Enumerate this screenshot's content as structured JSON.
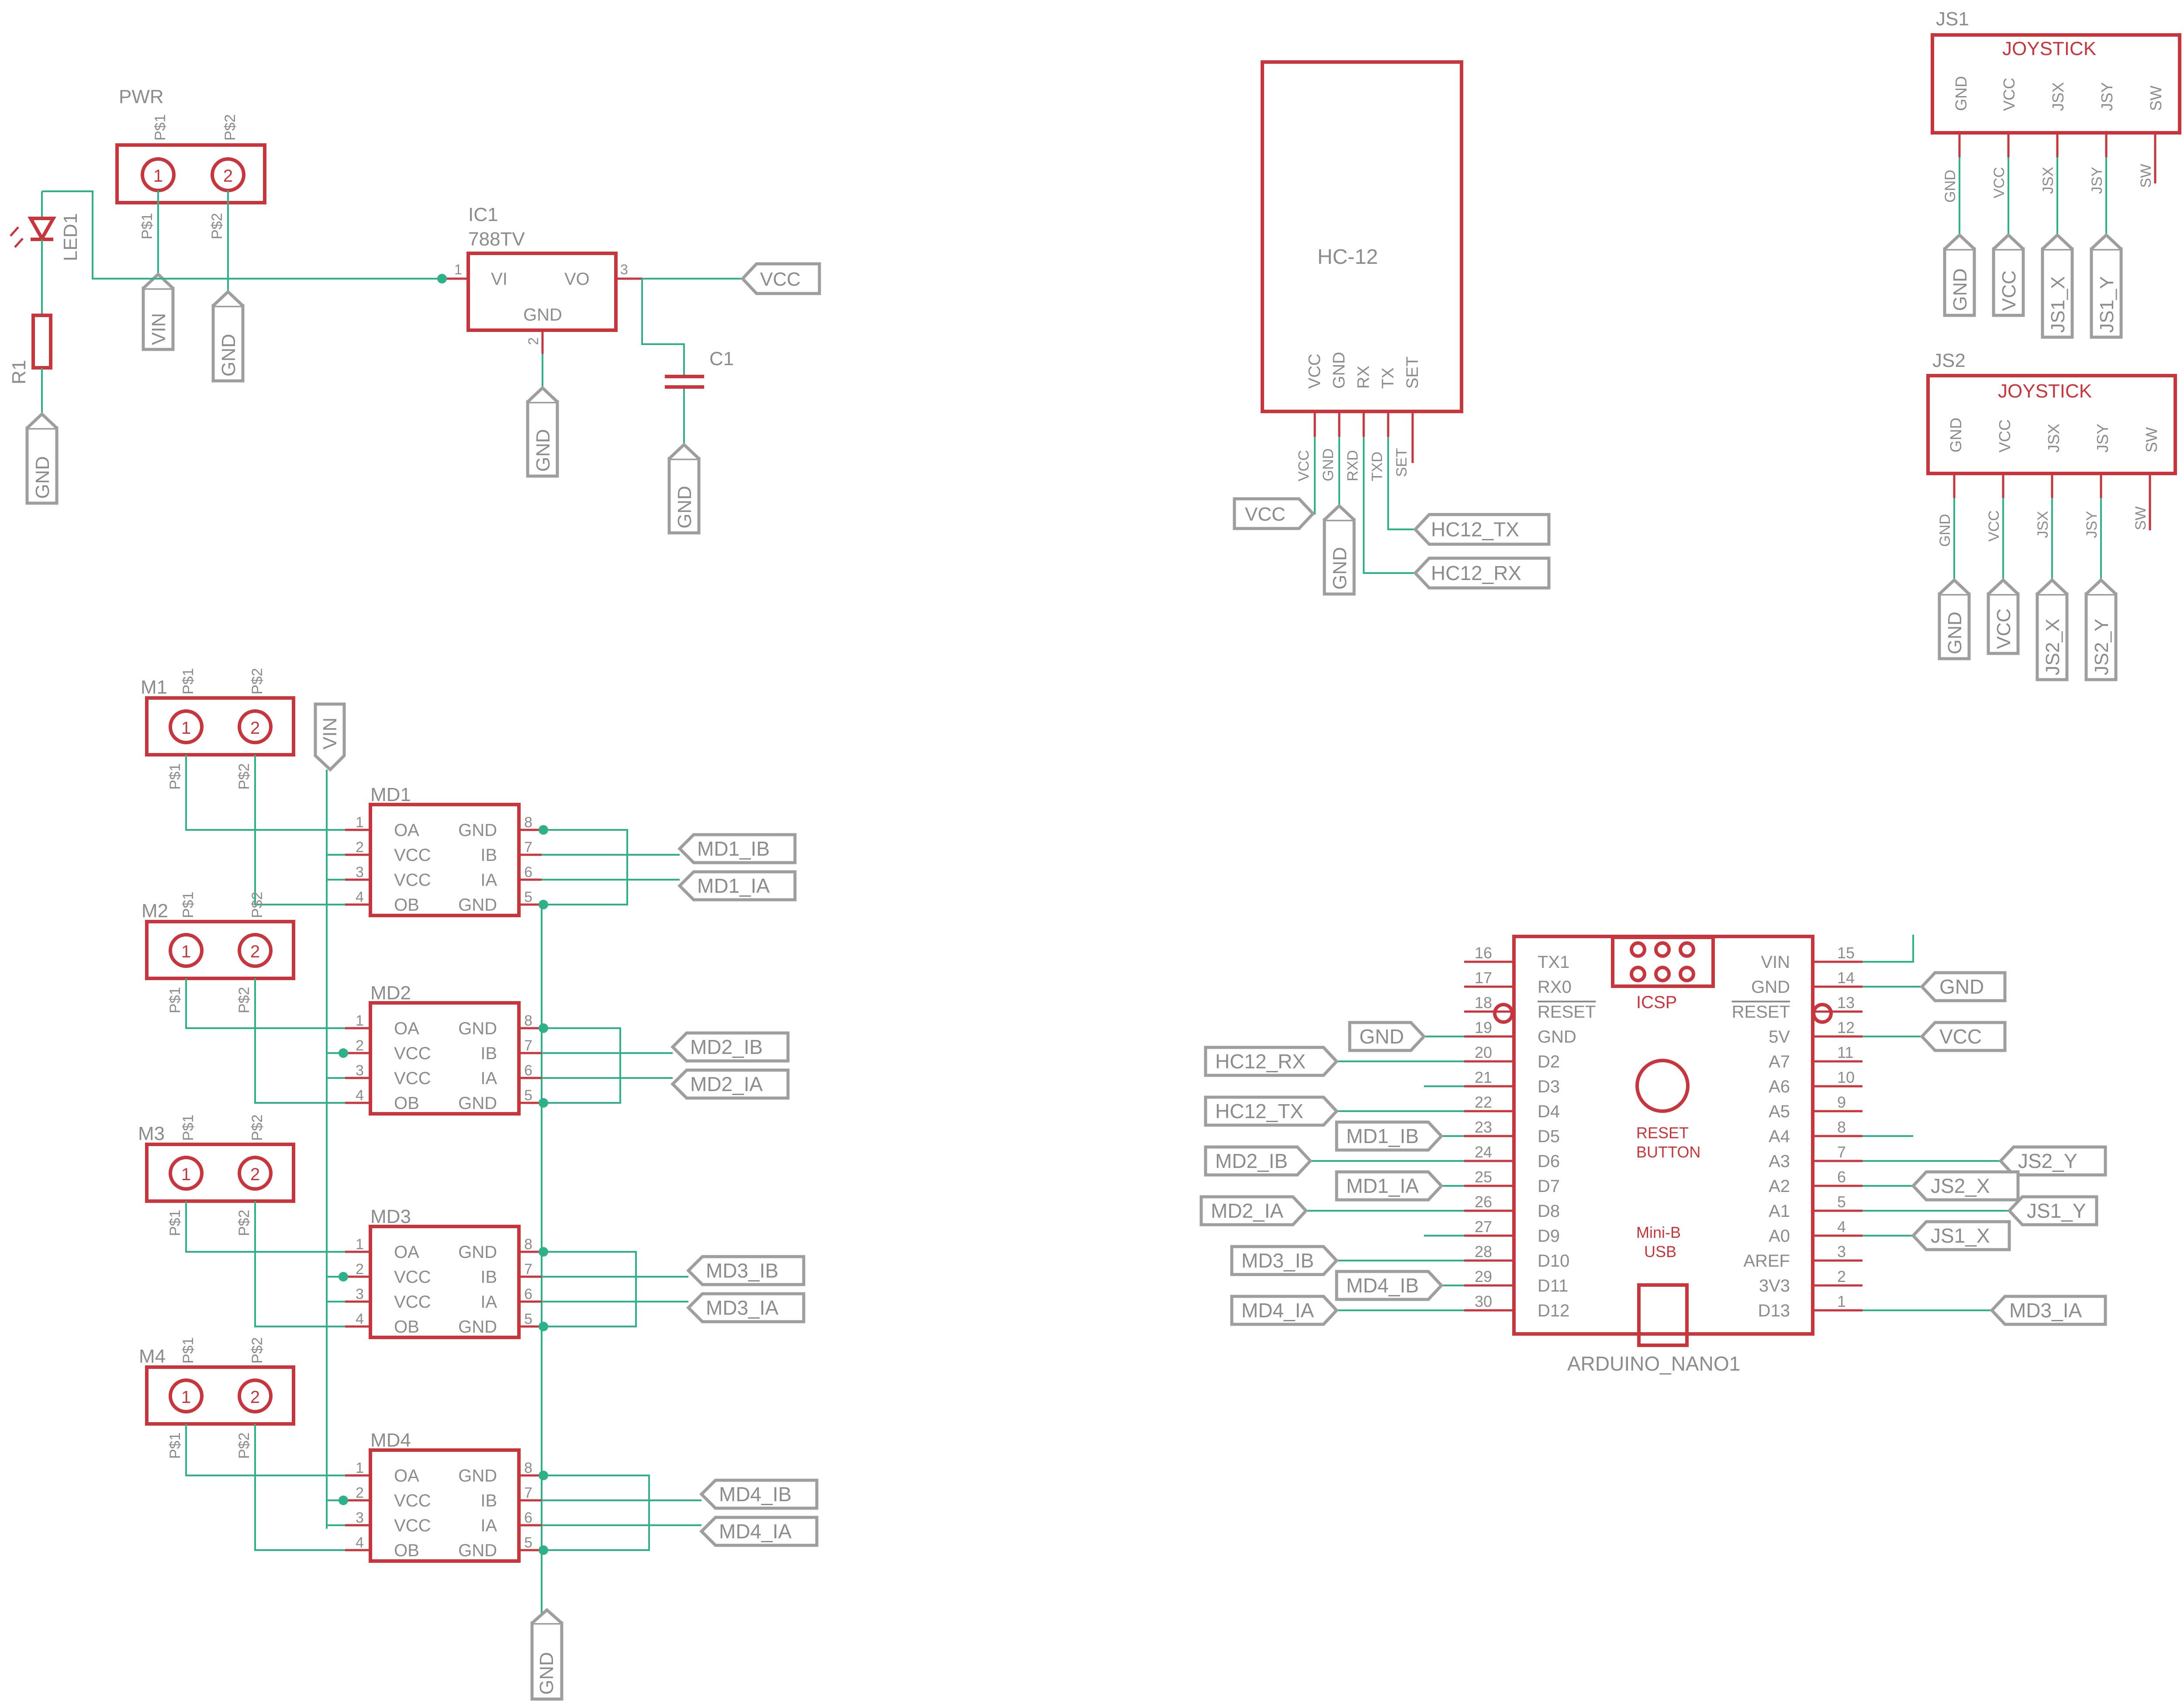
{
  "pwr": {
    "name": "PWR",
    "pin1": "P$1",
    "pin2": "P$2",
    "pad1": "1",
    "pad2": "2"
  },
  "led": {
    "name": "LED1"
  },
  "resistor": {
    "name": "R1"
  },
  "regulator": {
    "name": "IC1",
    "value": "788TV",
    "vi": "VI",
    "vo": "VO",
    "gnd": "GND",
    "p1": "1",
    "p2": "2",
    "p3": "3"
  },
  "capacitor": {
    "name": "C1"
  },
  "hc12": {
    "name": "HC-12",
    "pins": [
      "VCC",
      "GND",
      "RX",
      "TX",
      "SET"
    ],
    "nets": [
      "VCC",
      "GND",
      "RXD",
      "TXD",
      "SET"
    ]
  },
  "joysticks": [
    {
      "ref": "JS1",
      "title": "JOYSTICK",
      "pins": [
        "GND",
        "VCC",
        "JSX",
        "JSY",
        "SW"
      ],
      "nets": [
        "GND",
        "VCC",
        "JSX",
        "JSY",
        "SW"
      ],
      "labels": [
        "GND",
        "VCC",
        "JS1_X",
        "JS1_Y"
      ]
    },
    {
      "ref": "JS2",
      "title": "JOYSTICK",
      "pins": [
        "GND",
        "VCC",
        "JSX",
        "JSY",
        "SW"
      ],
      "nets": [
        "GND",
        "VCC",
        "JSX",
        "JSY",
        "SW"
      ],
      "labels": [
        "GND",
        "VCC",
        "JS2_X",
        "JS2_Y"
      ]
    }
  ],
  "motors": [
    {
      "name": "M1"
    },
    {
      "name": "M2"
    },
    {
      "name": "M3"
    },
    {
      "name": "M4"
    }
  ],
  "drivers": [
    {
      "name": "MD1",
      "ib": "MD1_IB",
      "ia": "MD1_IA"
    },
    {
      "name": "MD2",
      "ib": "MD2_IB",
      "ia": "MD2_IA"
    },
    {
      "name": "MD3",
      "ib": "MD3_IB",
      "ia": "MD3_IA"
    },
    {
      "name": "MD4",
      "ib": "MD4_IB",
      "ia": "MD4_IA"
    }
  ],
  "driver_pins_left": [
    "OA",
    "VCC",
    "VCC",
    "OB"
  ],
  "driver_pins_right": [
    "GND",
    "IB",
    "IA",
    "GND"
  ],
  "driver_numbers_left": [
    "1",
    "2",
    "3",
    "4"
  ],
  "driver_numbers_right": [
    "8",
    "7",
    "6",
    "5"
  ],
  "net_labels": {
    "vcc": "VCC",
    "gnd": "GND",
    "vin": "VIN",
    "hc12_tx": "HC12_TX",
    "hc12_rx": "HC12_RX"
  },
  "arduino": {
    "name": "ARDUINO_NANO1",
    "icsp": "ICSP",
    "reset_button": [
      "RESET",
      "BUTTON"
    ],
    "usb": [
      "Mini-B",
      "USB"
    ],
    "left_pins": [
      {
        "num": "16",
        "name": "TX1"
      },
      {
        "num": "17",
        "name": "RX0"
      },
      {
        "num": "18",
        "name": "RESET"
      },
      {
        "num": "19",
        "name": "GND"
      },
      {
        "num": "20",
        "name": "D2"
      },
      {
        "num": "21",
        "name": "D3"
      },
      {
        "num": "22",
        "name": "D4"
      },
      {
        "num": "23",
        "name": "D5"
      },
      {
        "num": "24",
        "name": "D6"
      },
      {
        "num": "25",
        "name": "D7"
      },
      {
        "num": "26",
        "name": "D8"
      },
      {
        "num": "27",
        "name": "D9"
      },
      {
        "num": "28",
        "name": "D10"
      },
      {
        "num": "29",
        "name": "D11"
      },
      {
        "num": "30",
        "name": "D12"
      }
    ],
    "right_pins": [
      {
        "num": "15",
        "name": "VIN"
      },
      {
        "num": "14",
        "name": "GND"
      },
      {
        "num": "13",
        "name": "RESET"
      },
      {
        "num": "12",
        "name": "5V"
      },
      {
        "num": "11",
        "name": "A7"
      },
      {
        "num": "10",
        "name": "A6"
      },
      {
        "num": "9",
        "name": "A5"
      },
      {
        "num": "8",
        "name": "A4"
      },
      {
        "num": "7",
        "name": "A3"
      },
      {
        "num": "6",
        "name": "A2"
      },
      {
        "num": "5",
        "name": "A1"
      },
      {
        "num": "4",
        "name": "A0"
      },
      {
        "num": "3",
        "name": "AREF"
      },
      {
        "num": "2",
        "name": "3V3"
      },
      {
        "num": "1",
        "name": "D13"
      }
    ],
    "left_labels": [
      "GND",
      "HC12_RX",
      "HC12_TX",
      "MD1_IB",
      "MD2_IB",
      "MD1_IA",
      "MD2_IA",
      "MD3_IB",
      "MD4_IB",
      "MD4_IA"
    ],
    "right_labels": [
      "GND",
      "VCC",
      "JS2_Y",
      "JS2_X",
      "JS1_Y",
      "JS1_X",
      "MD3_IA"
    ]
  },
  "colors": {
    "part": "#c8363d",
    "wire": "#2fb187",
    "label": "#9e9e9e",
    "text": "#8c8c8c"
  }
}
